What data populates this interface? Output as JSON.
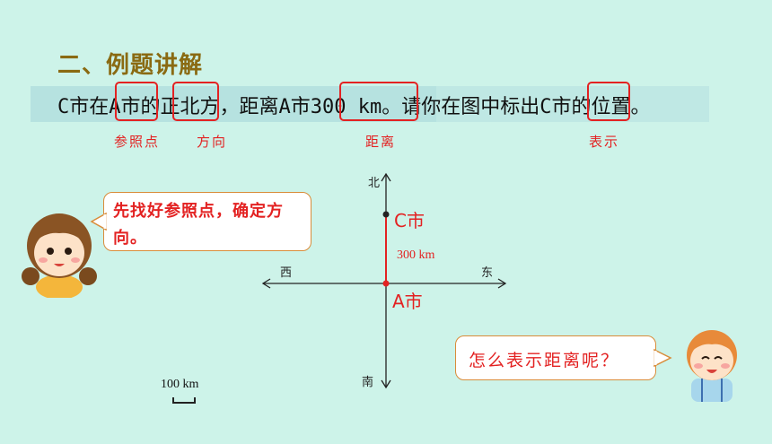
{
  "heading": "二、例题讲解",
  "problem": {
    "p1": "C市在",
    "p2": "A市",
    "p3": "的",
    "p4": "正北",
    "p5": "方，距离A市",
    "p6": "300 km",
    "p7": "。请你在图中标出",
    "p8": "C市",
    "p9": "的位置。"
  },
  "labels": {
    "reference_point": "参照点",
    "direction": "方向",
    "distance": "距离",
    "represent": "表示"
  },
  "bubbles": {
    "left": "先找好参照点，确定方向。",
    "right": "怎么表示距离呢？"
  },
  "compass": {
    "north": "北",
    "south": "南",
    "east": "东",
    "west": "西"
  },
  "cities": {
    "c": "C市",
    "a": "A市"
  },
  "distance_label": "300 km",
  "scale_label": "100 km",
  "colors": {
    "background": "#cdf3e9",
    "heading": "#8a6a12",
    "accent_red": "#e32222",
    "band": "#b6e2e0"
  }
}
